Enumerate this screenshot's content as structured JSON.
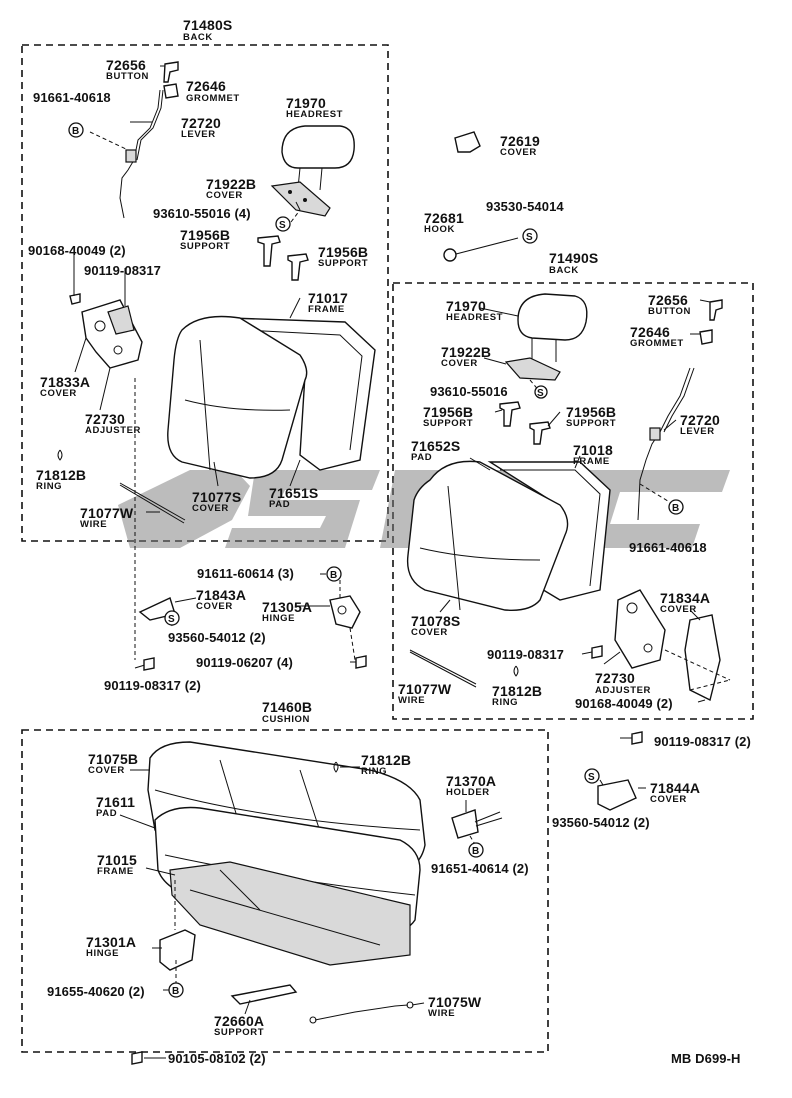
{
  "watermark": "ojsc",
  "drawing_code": "MB D699-H",
  "symbols": {
    "b": "B",
    "s": "S"
  },
  "assemblies": {
    "back_left": {
      "number": "71480S",
      "name": "BACK"
    },
    "back_right": {
      "number": "71490S",
      "name": "BACK"
    },
    "cushion": {
      "number": "71460B",
      "name": "CUSHION"
    }
  },
  "parts": [
    {
      "number": "72656",
      "name": "BUTTON"
    },
    {
      "number": "72646",
      "name": "GROMMET"
    },
    {
      "number": "91661-40618",
      "name": ""
    },
    {
      "number": "72720",
      "name": "LEVER"
    },
    {
      "number": "71970",
      "name": "HEADREST"
    },
    {
      "number": "71922B",
      "name": "COVER"
    },
    {
      "number": "93610-55016 (4)",
      "name": ""
    },
    {
      "number": "71956B",
      "name": "SUPPORT"
    },
    {
      "number": "71956B",
      "name": "SUPPORT"
    },
    {
      "number": "90168-40049 (2)",
      "name": ""
    },
    {
      "number": "90119-08317",
      "name": ""
    },
    {
      "number": "71017",
      "name": "FRAME"
    },
    {
      "number": "71833A",
      "name": "COVER"
    },
    {
      "number": "72730",
      "name": "ADJUSTER"
    },
    {
      "number": "71812B",
      "name": "RING"
    },
    {
      "number": "71077S",
      "name": "COVER"
    },
    {
      "number": "71651S",
      "name": "PAD"
    },
    {
      "number": "71077W",
      "name": "WIRE"
    },
    {
      "number": "72619",
      "name": "COVER"
    },
    {
      "number": "72681",
      "name": "HOOK"
    },
    {
      "number": "93530-54014",
      "name": ""
    },
    {
      "number": "72656",
      "name": "BUTTON"
    },
    {
      "number": "71970",
      "name": "HEADREST"
    },
    {
      "number": "72646",
      "name": "GROMMET"
    },
    {
      "number": "71922B",
      "name": "COVER"
    },
    {
      "number": "93610-55016",
      "name": ""
    },
    {
      "number": "71956B",
      "name": "SUPPORT"
    },
    {
      "number": "71956B",
      "name": "SUPPORT"
    },
    {
      "number": "72720",
      "name": "LEVER"
    },
    {
      "number": "71652S",
      "name": "PAD"
    },
    {
      "number": "71018",
      "name": "FRAME"
    },
    {
      "number": "91661-40618",
      "name": ""
    },
    {
      "number": "91611-60614 (3)",
      "name": ""
    },
    {
      "number": "71843A",
      "name": "COVER"
    },
    {
      "number": "71305A",
      "name": "HINGE"
    },
    {
      "number": "93560-54012 (2)",
      "name": ""
    },
    {
      "number": "90119-06207 (4)",
      "name": ""
    },
    {
      "number": "90119-08317 (2)",
      "name": ""
    },
    {
      "number": "71078S",
      "name": "COVER"
    },
    {
      "number": "71834A",
      "name": "COVER"
    },
    {
      "number": "90119-08317",
      "name": ""
    },
    {
      "number": "72730",
      "name": "ADJUSTER"
    },
    {
      "number": "71077W",
      "name": "WIRE"
    },
    {
      "number": "71812B",
      "name": "RING"
    },
    {
      "number": "90168-40049 (2)",
      "name": ""
    },
    {
      "number": "90119-08317 (2)",
      "name": ""
    },
    {
      "number": "71075B",
      "name": "COVER"
    },
    {
      "number": "71812B",
      "name": "RING"
    },
    {
      "number": "71611",
      "name": "PAD"
    },
    {
      "number": "71370A",
      "name": "HOLDER"
    },
    {
      "number": "71844A",
      "name": "COVER"
    },
    {
      "number": "93560-54012 (2)",
      "name": ""
    },
    {
      "number": "71015",
      "name": "FRAME"
    },
    {
      "number": "91651-40614 (2)",
      "name": ""
    },
    {
      "number": "71301A",
      "name": "HINGE"
    },
    {
      "number": "91655-40620 (2)",
      "name": ""
    },
    {
      "number": "71075W",
      "name": "WIRE"
    },
    {
      "number": "72660A",
      "name": "SUPPORT"
    },
    {
      "number": "90105-08102 (2)",
      "name": ""
    }
  ]
}
